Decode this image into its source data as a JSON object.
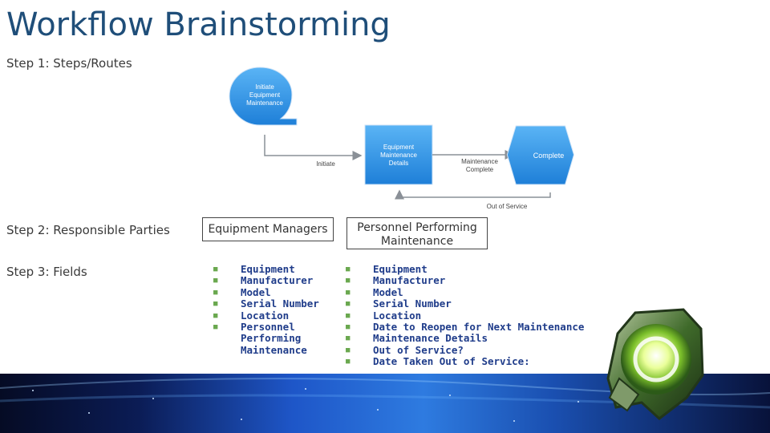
{
  "title": "Workflow Brainstorming",
  "steps": {
    "step1": "Step 1: Steps/Routes",
    "step2": "Step 2: Responsible Parties",
    "step3": "Step 3: Fields"
  },
  "diagram": {
    "start_node": [
      "Initiate",
      "Equipment",
      "Maintenance"
    ],
    "middle_node": [
      "Equipment",
      "Maintenance",
      "Details"
    ],
    "end_node": "Complete",
    "route_initiate": "Initiate",
    "route_complete": [
      "Maintenance",
      "Complete"
    ],
    "route_out_of_service": "Out of Service",
    "colors": {
      "node": "#2f96e8",
      "connector": "#8a9097"
    }
  },
  "parties": {
    "party1": "Equipment Managers",
    "party2": "Personnel Performing Maintenance"
  },
  "fields": {
    "list1": [
      "Equipment",
      "Manufacturer",
      "Model",
      "Serial Number",
      "Location",
      "Personnel",
      "Performing",
      "Maintenance"
    ],
    "list1_bullets": 6,
    "list2": [
      "Equipment",
      "Manufacturer",
      "Model",
      "Serial Number",
      "Location",
      "Date to Reopen for Next Maintenance",
      "Maintenance Details",
      "Out of Service?",
      "Date Taken Out of Service:"
    ],
    "bullet_icon": "square-bullet-icon"
  },
  "colors": {
    "title": "#1f4e79",
    "field_text": "#1f3c8a",
    "bullet": "#6aa84f"
  }
}
